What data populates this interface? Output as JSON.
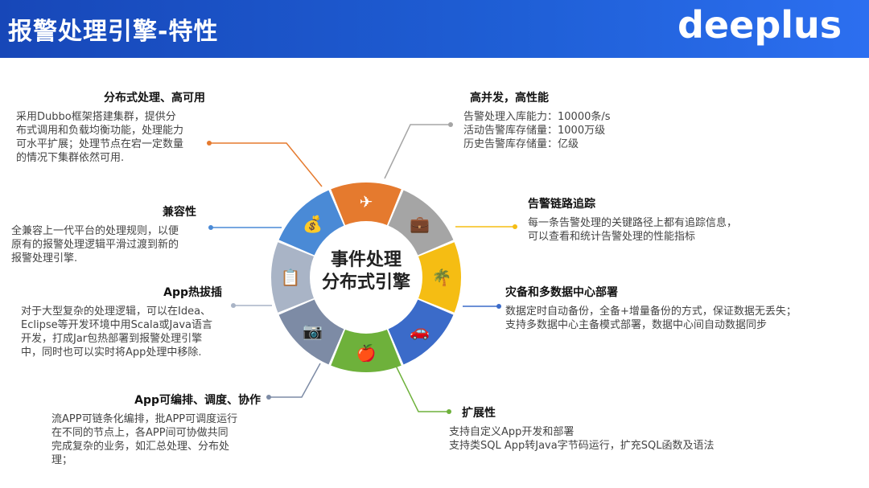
{
  "header": {
    "title": "报警处理引擎-特性",
    "logo": "deeplus"
  },
  "center": {
    "line1": "事件处理",
    "line2": "分布式引擎"
  },
  "segments": [
    {
      "color": "#e57a2e",
      "icon": "airplane-icon",
      "glyph": "✈"
    },
    {
      "color": "#a5a5a5",
      "icon": "briefcase-icon",
      "glyph": "💼"
    },
    {
      "color": "#f5bd13",
      "icon": "palm-tree-icon",
      "glyph": "🌴"
    },
    {
      "color": "#3b6bc9",
      "icon": "car-icon",
      "glyph": "🚗"
    },
    {
      "color": "#6eb13b",
      "icon": "apple-icon",
      "glyph": "🍎"
    },
    {
      "color": "#7d8ba5",
      "icon": "camera-icon",
      "glyph": "📷"
    },
    {
      "color": "#a9b4c6",
      "icon": "clipboard-icon",
      "glyph": "📋"
    },
    {
      "color": "#4a8ad6",
      "icon": "money-bag-icon",
      "glyph": "💰"
    }
  ],
  "left": [
    {
      "title": "分布式处理、高可用",
      "lines": [
        "采用Dubbo框架搭建集群，提供分",
        "布式调用和负载均衡功能，处理能力",
        "可水平扩展；处理节点在宕一定数量",
        "的情况下集群依然可用."
      ]
    },
    {
      "title": "兼容性",
      "lines": [
        "全兼容上一代平台的处理规则，以便",
        "原有的报警处理逻辑平滑过渡到新的",
        "报警处理引擎."
      ]
    },
    {
      "title": "App热拔插",
      "lines": [
        "对于大型复杂的处理逻辑，可以在Idea、",
        "Eclipse等开发环境中用Scala或Java语言",
        "开发，打成Jar包热部署到报警处理引擎",
        "中，同时也可以实时将App处理中移除."
      ]
    },
    {
      "title": "App可编排、调度、协作",
      "lines": [
        "流APP可链条化编排，批APP可调度运行",
        "在不同的节点上，各APP间可协做共同",
        "完成复杂的业务，如汇总处理、分布处",
        "理；"
      ]
    }
  ],
  "right": [
    {
      "title": "高并发，高性能",
      "lines": [
        "告警处理入库能力：10000条/s",
        "活动告警库存储量：1000万级",
        "历史告警库存储量：亿级"
      ]
    },
    {
      "title": "告警链路追踪",
      "lines": [
        "每一条告警处理的关键路径上都有追踪信息，",
        "可以查看和统计告警处理的性能指标"
      ]
    },
    {
      "title": "灾备和多数据中心部署",
      "lines": [
        "数据定时自动备份，全备+增量备份的方式，保证数据无丢失；",
        "支持多数据中心主备模式部署，数据中心间自动数据同步"
      ]
    },
    {
      "title": "扩展性",
      "lines": [
        "支持自定义App开发和部署",
        "支持类SQL App转Java字节码运行，扩充SQL函数及语法"
      ]
    }
  ]
}
